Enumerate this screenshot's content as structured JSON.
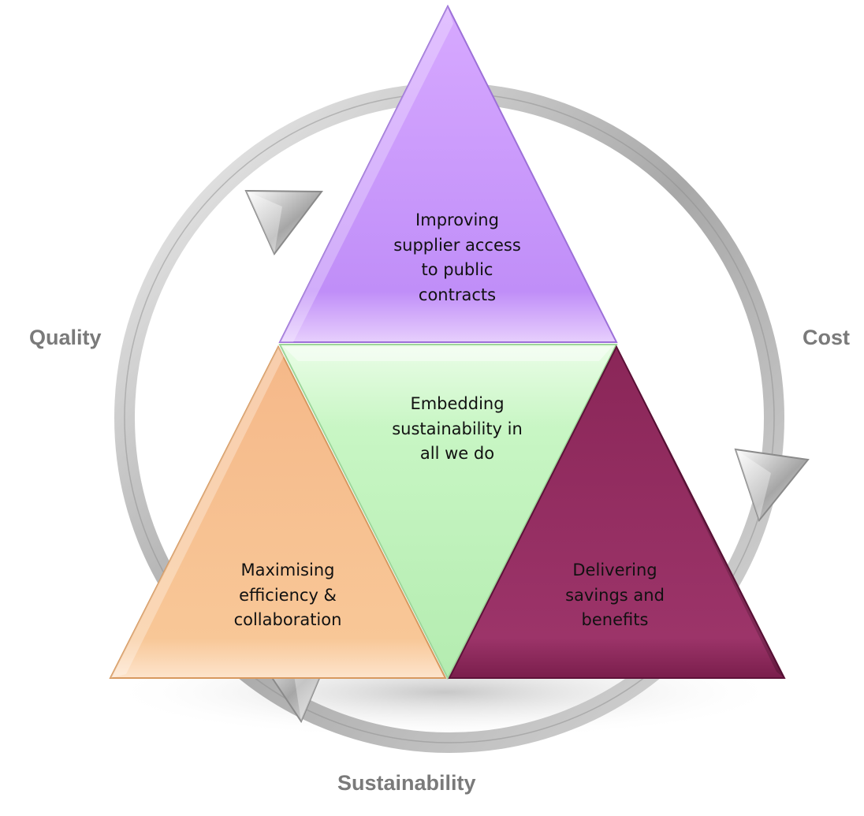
{
  "diagram": {
    "segments": {
      "top": {
        "lines": [
          "Improving",
          "supplier access",
          "to public",
          "contracts"
        ],
        "color": "#c594fb"
      },
      "middle": {
        "lines": [
          "Embedding",
          "sustainability in",
          "all we do"
        ],
        "color": "#c6f5c4"
      },
      "left": {
        "lines": [
          "Maximising",
          "efficiency &",
          "collaboration"
        ],
        "color": "#f8c595"
      },
      "right": {
        "lines": [
          "Delivering",
          "savings and",
          "benefits"
        ],
        "color": "#9b3468"
      }
    },
    "cycle_labels": {
      "quality": "Quality",
      "cost": "Cost",
      "sustainability": "Sustainability"
    },
    "cycle_color": "#b0b0b0",
    "label_color": "#7a7a7a"
  }
}
